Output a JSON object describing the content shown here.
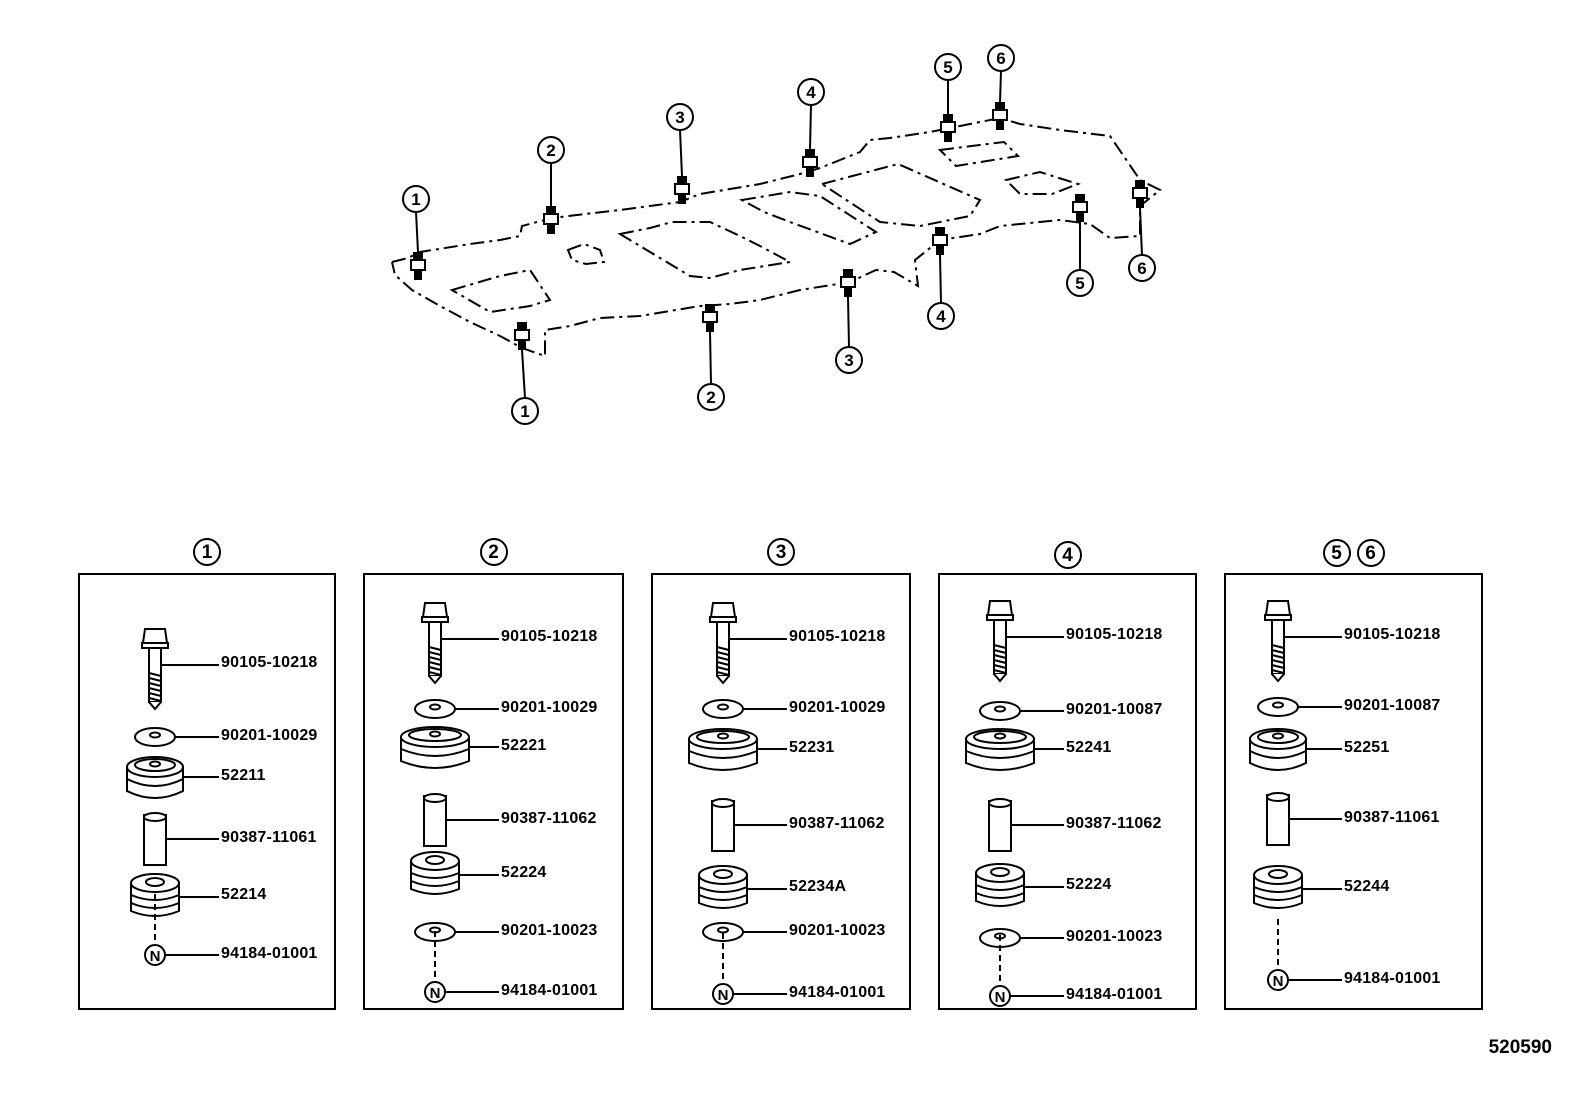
{
  "frame_callouts": [
    {
      "num": "1"
    },
    {
      "num": "1"
    },
    {
      "num": "2"
    },
    {
      "num": "2"
    },
    {
      "num": "3"
    },
    {
      "num": "3"
    },
    {
      "num": "4"
    },
    {
      "num": "4"
    },
    {
      "num": "5"
    },
    {
      "num": "5"
    },
    {
      "num": "6"
    },
    {
      "num": "6"
    }
  ],
  "panels": [
    {
      "labels": [
        "1"
      ],
      "parts": [
        {
          "shape": "bolt",
          "number": "90105-10218"
        },
        {
          "shape": "washer",
          "number": "90201-10029"
        },
        {
          "shape": "cushion",
          "number": "52211"
        },
        {
          "shape": "collar",
          "number": "90387-11061"
        },
        {
          "shape": "lower-cushion",
          "number": "52214"
        },
        {
          "shape": "nut",
          "number": "94184-01001"
        }
      ]
    },
    {
      "labels": [
        "2"
      ],
      "parts": [
        {
          "shape": "bolt",
          "number": "90105-10218"
        },
        {
          "shape": "washer",
          "number": "90201-10029"
        },
        {
          "shape": "cushion-large",
          "number": "52221"
        },
        {
          "shape": "collar",
          "number": "90387-11062"
        },
        {
          "shape": "lower-cushion",
          "number": "52224"
        },
        {
          "shape": "washer",
          "number": "90201-10023"
        },
        {
          "shape": "nut",
          "number": "94184-01001"
        }
      ]
    },
    {
      "labels": [
        "3"
      ],
      "parts": [
        {
          "shape": "bolt",
          "number": "90105-10218"
        },
        {
          "shape": "washer",
          "number": "90201-10029"
        },
        {
          "shape": "cushion-large",
          "number": "52231"
        },
        {
          "shape": "collar",
          "number": "90387-11062"
        },
        {
          "shape": "lower-cushion",
          "number": "52234A"
        },
        {
          "shape": "washer",
          "number": "90201-10023"
        },
        {
          "shape": "nut",
          "number": "94184-01001"
        }
      ]
    },
    {
      "labels": [
        "4"
      ],
      "parts": [
        {
          "shape": "bolt",
          "number": "90105-10218"
        },
        {
          "shape": "washer",
          "number": "90201-10087"
        },
        {
          "shape": "cushion-large",
          "number": "52241"
        },
        {
          "shape": "collar",
          "number": "90387-11062"
        },
        {
          "shape": "lower-cushion",
          "number": "52224"
        },
        {
          "shape": "washer",
          "number": "90201-10023"
        },
        {
          "shape": "nut",
          "number": "94184-01001"
        }
      ]
    },
    {
      "labels": [
        "5",
        "6"
      ],
      "parts": [
        {
          "shape": "bolt",
          "number": "90105-10218"
        },
        {
          "shape": "washer",
          "number": "90201-10087"
        },
        {
          "shape": "cushion",
          "number": "52251"
        },
        {
          "shape": "collar",
          "number": "90387-11061"
        },
        {
          "shape": "lower-cushion",
          "number": "52244"
        },
        {
          "shape": "nut",
          "number": "94184-01001"
        }
      ]
    }
  ],
  "nut_symbol": "N",
  "diagram_code": "520590"
}
